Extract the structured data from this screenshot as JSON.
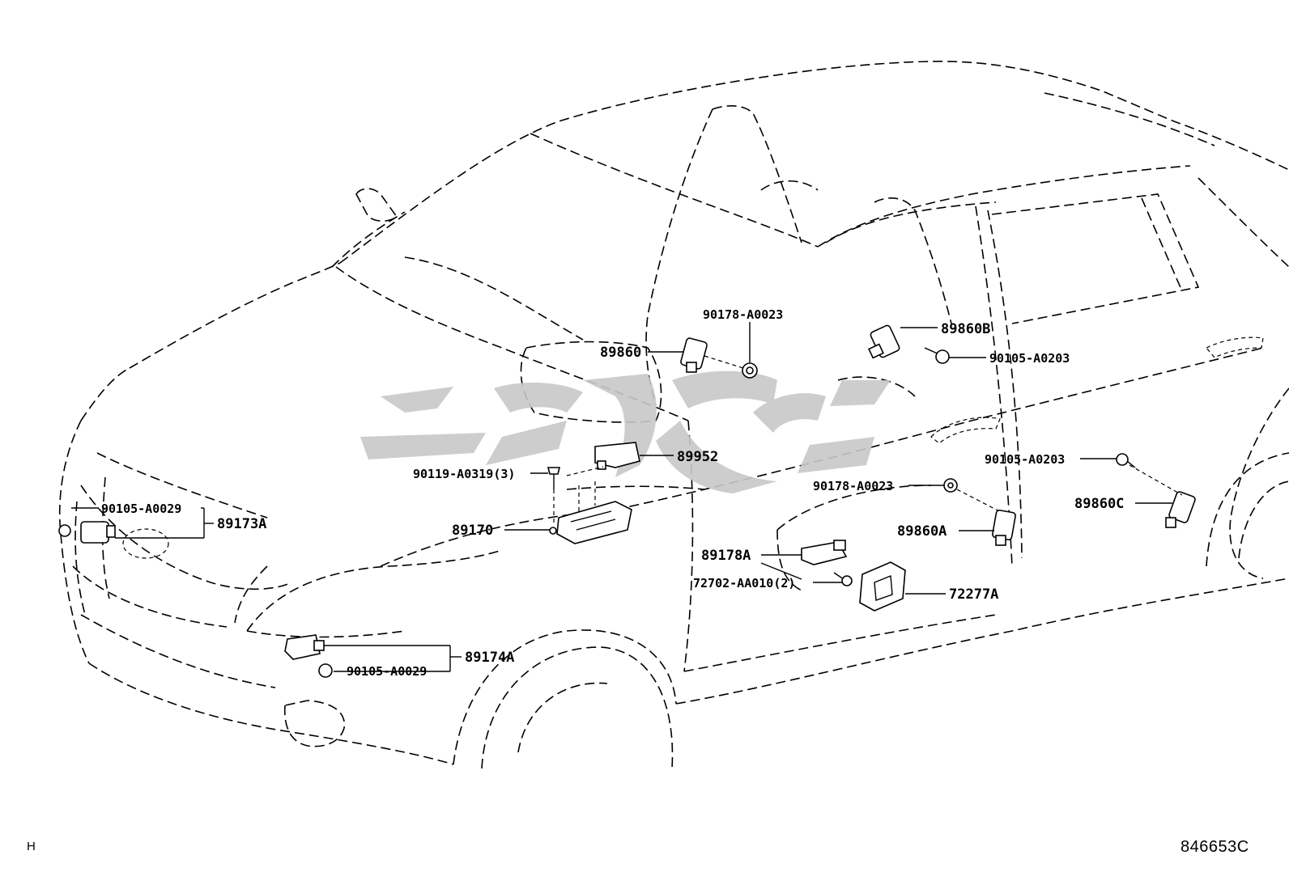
{
  "labels": {
    "p89860": "89860",
    "p90178_top": "90178-A0023",
    "p89860B": "89860B",
    "p90105_a0203_top": "90105-A0203",
    "p89952": "89952",
    "p90119": "90119-A0319(3)",
    "p90105_a0203_right": "90105-A0203",
    "p90178_mid": "90178-A0023",
    "p89860C": "89860C",
    "p90105_a0029_left": "90105-A0029",
    "p89173A": "89173A",
    "p89170": "89170",
    "p89860A": "89860A",
    "p89178A": "89178A",
    "p72702": "72702-AA010(2)",
    "p72277A": "72277A",
    "p89174A": "89174A",
    "p90105_a0029_bottom": "90105-A0029"
  },
  "footer": {
    "left_code": "H",
    "diagram_id": "846653C"
  },
  "colors": {
    "line": "#000000",
    "watermark": "#c8c8c8",
    "background": "#ffffff"
  }
}
